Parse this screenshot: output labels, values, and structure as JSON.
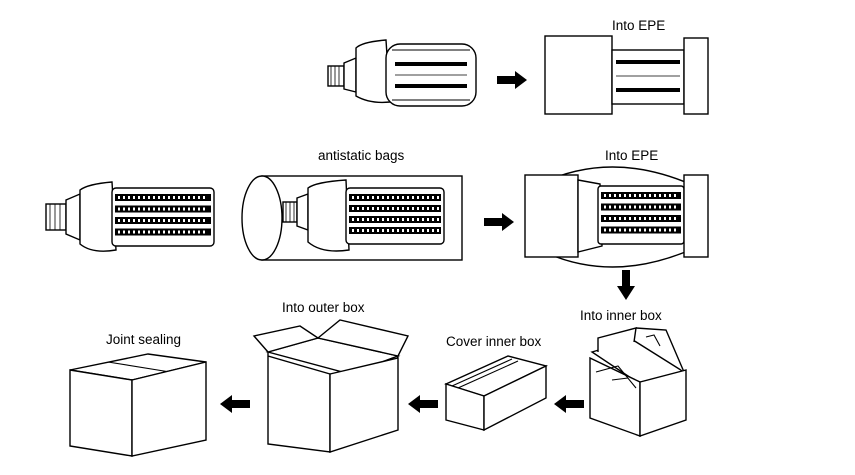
{
  "steps": {
    "epe_top": "Into EPE",
    "antistatic": "antistatic bags",
    "epe_mid": "Into EPE",
    "inner_box": "Into inner box",
    "cover_inner": "Cover inner box",
    "outer_box": "Into outer box",
    "joint_sealing": "Joint sealing"
  },
  "colors": {
    "line": "#000000",
    "background": "#ffffff"
  },
  "icons": {
    "arrow": "black-arrow-icon"
  }
}
